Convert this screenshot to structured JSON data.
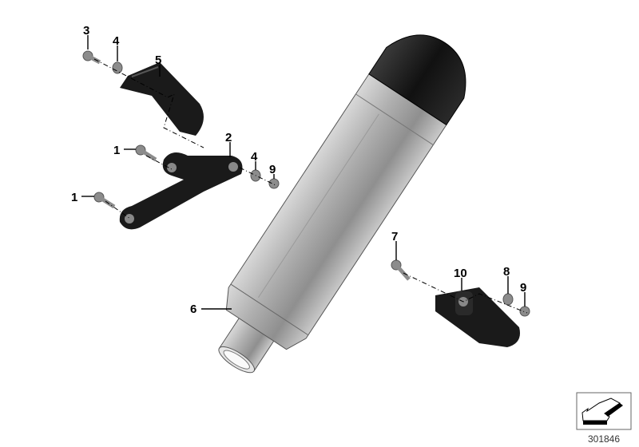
{
  "diagram": {
    "callouts": [
      {
        "id": "c3",
        "label": "3"
      },
      {
        "id": "c4a",
        "label": "4"
      },
      {
        "id": "c5",
        "label": "5"
      },
      {
        "id": "c2",
        "label": "2"
      },
      {
        "id": "c1a",
        "label": "1"
      },
      {
        "id": "c4b",
        "label": "4"
      },
      {
        "id": "c9a",
        "label": "9"
      },
      {
        "id": "c1b",
        "label": "1"
      },
      {
        "id": "c7",
        "label": "7"
      },
      {
        "id": "c10",
        "label": "10"
      },
      {
        "id": "c8",
        "label": "8"
      },
      {
        "id": "c9b",
        "label": "9"
      },
      {
        "id": "c6",
        "label": "6"
      }
    ],
    "reference_number": "301846",
    "colors": {
      "silencer": "#a9a9a9",
      "bracket": "#1a1a1a",
      "hardware": "#8c8c8c"
    }
  }
}
